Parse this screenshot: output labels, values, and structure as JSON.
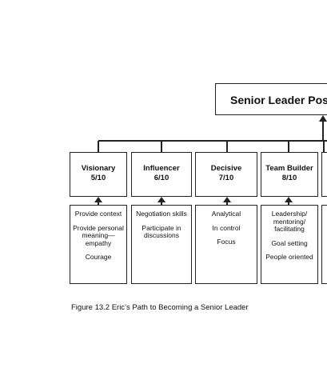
{
  "top": {
    "title": "Senior Leader Position"
  },
  "qualities": [
    {
      "name": "Visionary",
      "score": "5/10",
      "details": [
        "Provide context",
        "Provide personal meaning— empathy",
        "Courage"
      ]
    },
    {
      "name": "Influencer",
      "score": "6/10",
      "details": [
        "Negotiation skills",
        "Participate in discussions"
      ]
    },
    {
      "name": "Decisive",
      "score": "7/10",
      "details": [
        "Analytical",
        "In control",
        "Focus"
      ]
    },
    {
      "name": "Team Builder",
      "score": "8/10",
      "details": [
        "Leadership/ mentoring/ facilitating",
        "Goal setting",
        "People oriented"
      ]
    }
  ],
  "caption": "Figure 13.2  Eric’s Path to Becoming a Senior Leader"
}
